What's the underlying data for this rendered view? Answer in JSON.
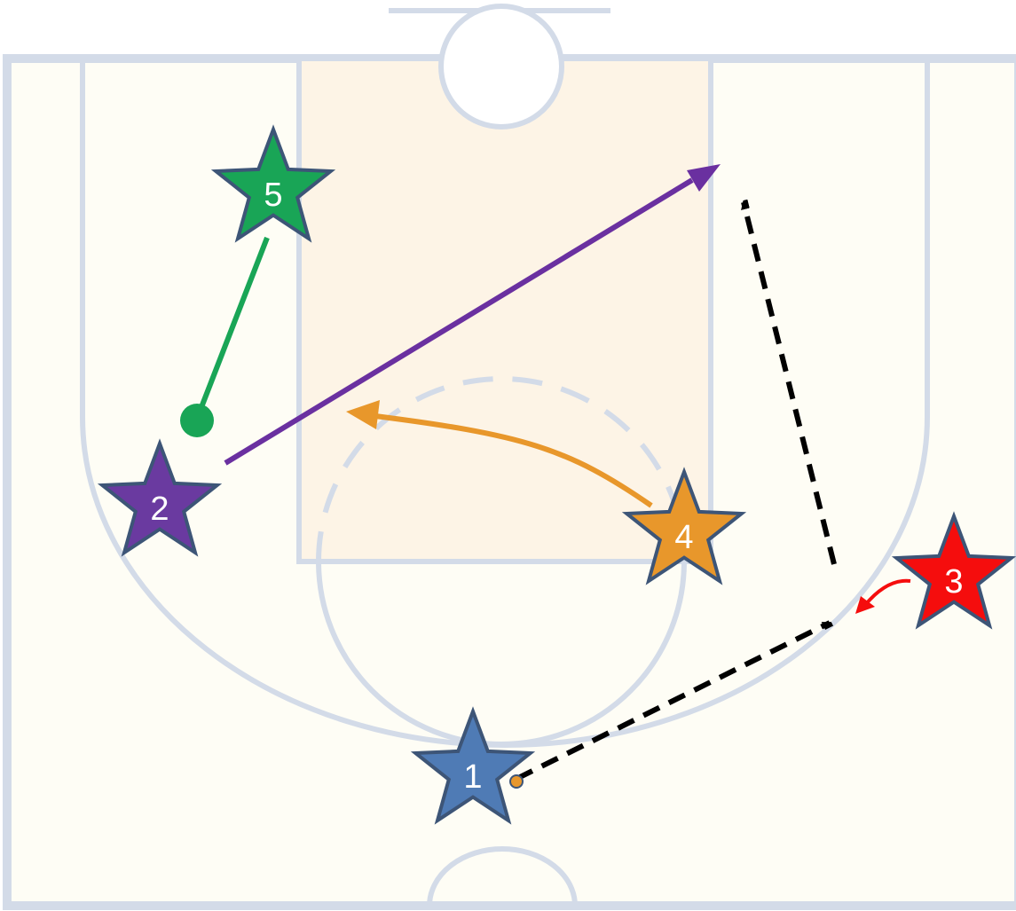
{
  "court": {
    "floor_color": "#fefdf5",
    "paint_color": "#fdf4e6",
    "line_color": "#d3dbe8"
  },
  "players": [
    {
      "label": "1",
      "color": "#4f7bb5"
    },
    {
      "label": "2",
      "color": "#6a3aa0"
    },
    {
      "label": "3",
      "color": "#f50d0d"
    },
    {
      "label": "4",
      "color": "#e8972b"
    },
    {
      "label": "5",
      "color": "#19a556"
    }
  ],
  "player_outline_color": "#3d5577",
  "ball_color": "#e8972b",
  "moves": [
    {
      "type": "dribble",
      "color": "#000000"
    },
    {
      "type": "dribble",
      "color": "#000000"
    },
    {
      "type": "cut",
      "color": "#6a30a0"
    },
    {
      "type": "cut",
      "color": "#e8972b"
    },
    {
      "type": "screen",
      "color": "#19a556"
    },
    {
      "type": "cut",
      "color": "#f50d0d"
    }
  ]
}
